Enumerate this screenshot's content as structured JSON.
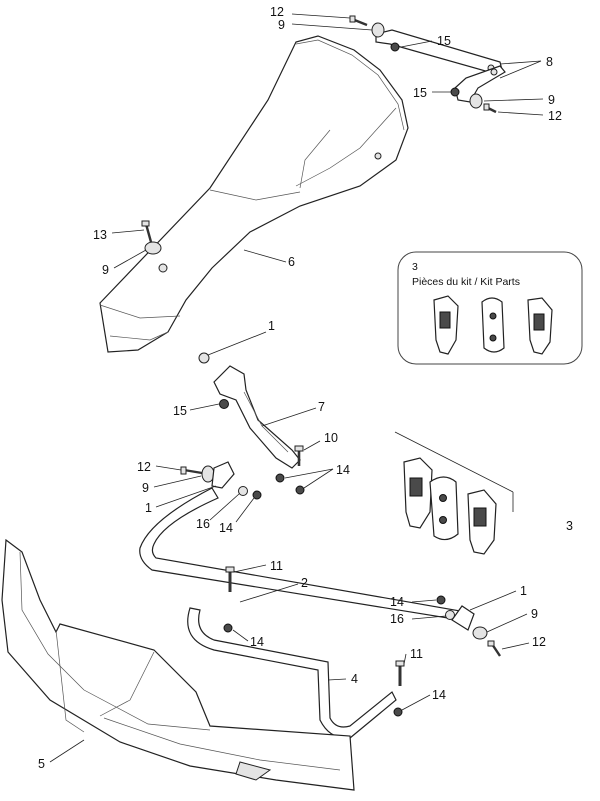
{
  "callouts": {
    "c12_top": "12",
    "c9_top": "9",
    "c15_top": "15",
    "c8": "8",
    "c15_mid": "15",
    "c9_mid": "9",
    "c12_mid": "12",
    "c13": "13",
    "c9_left": "9",
    "c6": "6",
    "c1_top": "1",
    "c15_bracket": "15",
    "c7": "7",
    "c10": "10",
    "c14_bracket": "14",
    "c12_left": "12",
    "c9_lower_left": "9",
    "c1_left": "1",
    "c16_left": "16",
    "c14_left": "14",
    "c3": "3",
    "c11_top": "11",
    "c2": "2",
    "c14_right": "14",
    "c1_right": "1",
    "c16_right": "16",
    "c9_right": "9",
    "c12_right": "12",
    "c14_bottom": "14",
    "c11_bottom": "11",
    "c4": "4",
    "c14_lowest": "14",
    "c5": "5"
  },
  "kit_box": {
    "number": "3",
    "title": "Pièces du kit / Kit Parts"
  }
}
